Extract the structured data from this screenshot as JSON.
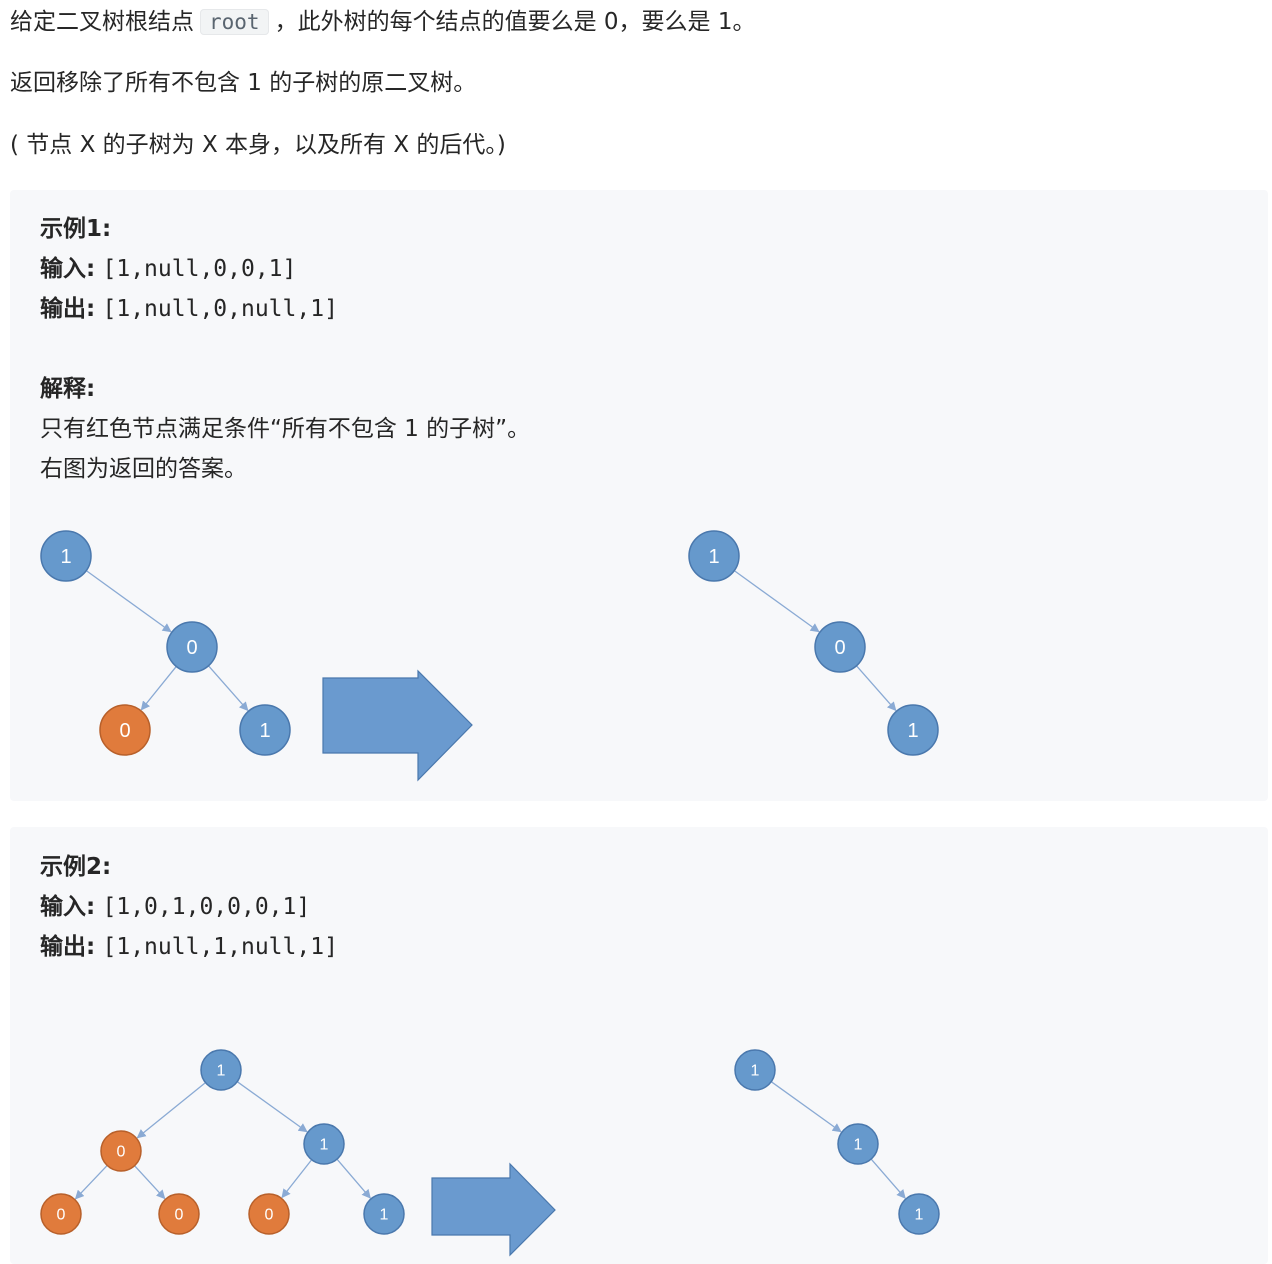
{
  "intro": {
    "line1_before": "给定二叉树根结点",
    "line1_code": "root",
    "line1_after": "，此外树的每个结点的值要么是 0，要么是 1。",
    "line2": "返回移除了所有不包含 1 的子树的原二叉树。",
    "line3": "( 节点 X 的子树为 X 本身，以及所有 X 的后代。)"
  },
  "example1": {
    "title": "示例1:",
    "input_label": "输入:",
    "input_value": "[1,null,0,0,1]",
    "output_label": "输出:",
    "output_value": "[1,null,0,null,1]",
    "explain_label": "解释:",
    "explain_line1": "只有红色节点满足条件“所有不包含 1 的子树”。",
    "explain_line2": "右图为返回的答案。",
    "before_tree": {
      "nodes": [
        {
          "id": "a",
          "value": "1",
          "color": "blue"
        },
        {
          "id": "b",
          "value": "0",
          "color": "blue"
        },
        {
          "id": "c",
          "value": "0",
          "color": "orange"
        },
        {
          "id": "d",
          "value": "1",
          "color": "blue"
        }
      ],
      "edges": [
        [
          "a",
          "b"
        ],
        [
          "b",
          "c"
        ],
        [
          "b",
          "d"
        ]
      ]
    },
    "after_tree": {
      "nodes": [
        {
          "id": "a",
          "value": "1",
          "color": "blue"
        },
        {
          "id": "b",
          "value": "0",
          "color": "blue"
        },
        {
          "id": "d",
          "value": "1",
          "color": "blue"
        }
      ],
      "edges": [
        [
          "a",
          "b"
        ],
        [
          "b",
          "d"
        ]
      ]
    }
  },
  "example2": {
    "title": "示例2:",
    "input_label": "输入:",
    "input_value": "[1,0,1,0,0,0,1]",
    "output_label": "输出:",
    "output_value": "[1,null,1,null,1]",
    "before_tree": {
      "nodes": [
        {
          "id": "r",
          "value": "1",
          "color": "blue"
        },
        {
          "id": "l",
          "value": "0",
          "color": "orange"
        },
        {
          "id": "rr",
          "value": "1",
          "color": "blue"
        },
        {
          "id": "ll",
          "value": "0",
          "color": "orange"
        },
        {
          "id": "lr",
          "value": "0",
          "color": "orange"
        },
        {
          "id": "rl",
          "value": "0",
          "color": "orange"
        },
        {
          "id": "rrr",
          "value": "1",
          "color": "blue"
        }
      ],
      "edges": [
        [
          "r",
          "l"
        ],
        [
          "r",
          "rr"
        ],
        [
          "l",
          "ll"
        ],
        [
          "l",
          "lr"
        ],
        [
          "rr",
          "rl"
        ],
        [
          "rr",
          "rrr"
        ]
      ]
    },
    "after_tree": {
      "nodes": [
        {
          "id": "r",
          "value": "1",
          "color": "blue"
        },
        {
          "id": "rr",
          "value": "1",
          "color": "blue"
        },
        {
          "id": "rrr",
          "value": "1",
          "color": "blue"
        }
      ],
      "edges": [
        [
          "r",
          "rr"
        ],
        [
          "rr",
          "rrr"
        ]
      ]
    }
  },
  "colors": {
    "blue_fill": "#6699cc",
    "blue_stroke": "#4a78ad",
    "orange_fill": "#e07b3c",
    "orange_stroke": "#b8602a",
    "arrow_fill": "#6a9acf",
    "arrow_stroke": "#4a78ad",
    "edge": "#8aaad4"
  }
}
